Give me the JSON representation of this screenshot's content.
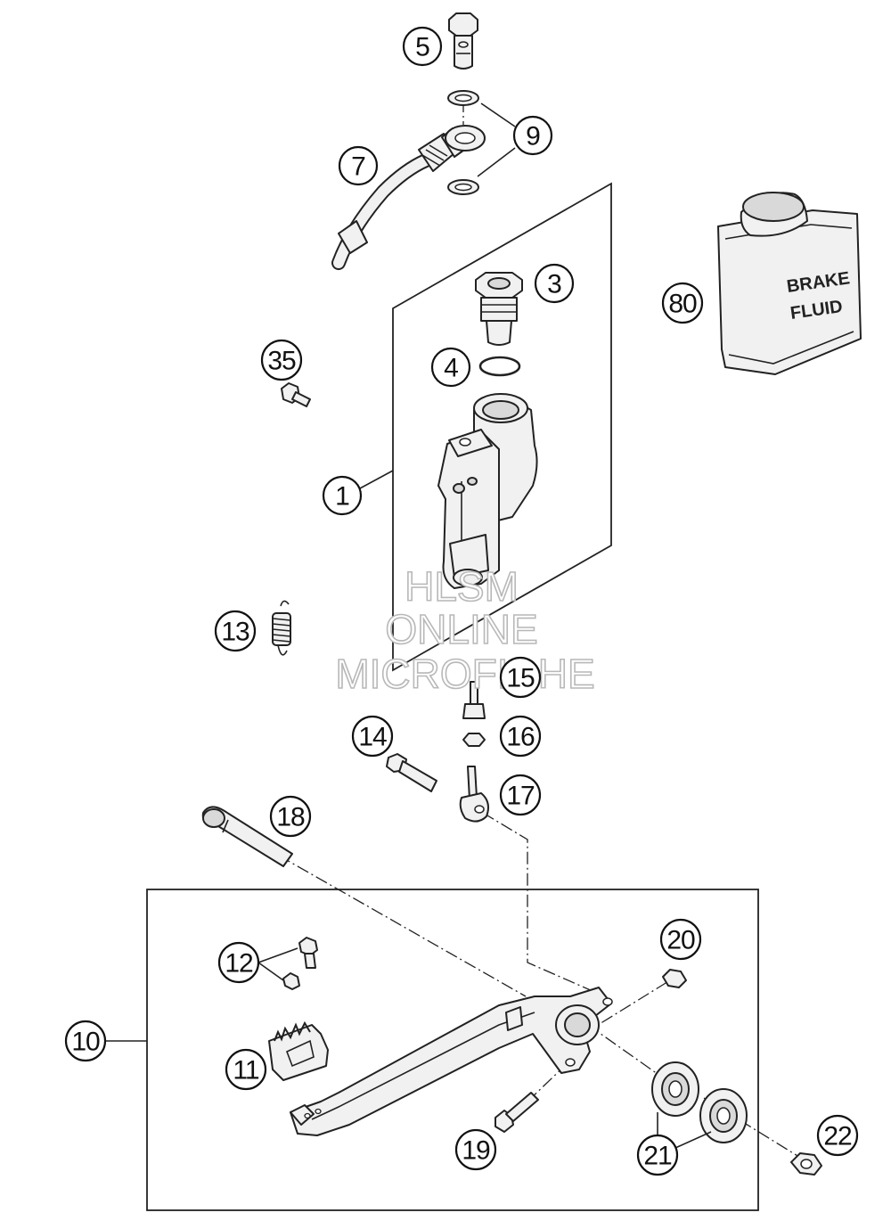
{
  "diagram": {
    "callouts": {
      "c1": "1",
      "c3": "3",
      "c4": "4",
      "c5": "5",
      "c7": "7",
      "c9": "9",
      "c10": "10",
      "c11": "11",
      "c12": "12",
      "c13": "13",
      "c14": "14",
      "c15": "15",
      "c16": "16",
      "c17": "17",
      "c18": "18",
      "c19": "19",
      "c20": "20",
      "c21": "21",
      "c22": "22",
      "c35": "35",
      "c80": "80"
    },
    "brake_fluid_label": {
      "line1": "BRAKE",
      "line2": "FLUID"
    },
    "watermark": {
      "line1": "HLSM",
      "line2": "ONLINE",
      "line3": "MICROFICHE"
    }
  }
}
